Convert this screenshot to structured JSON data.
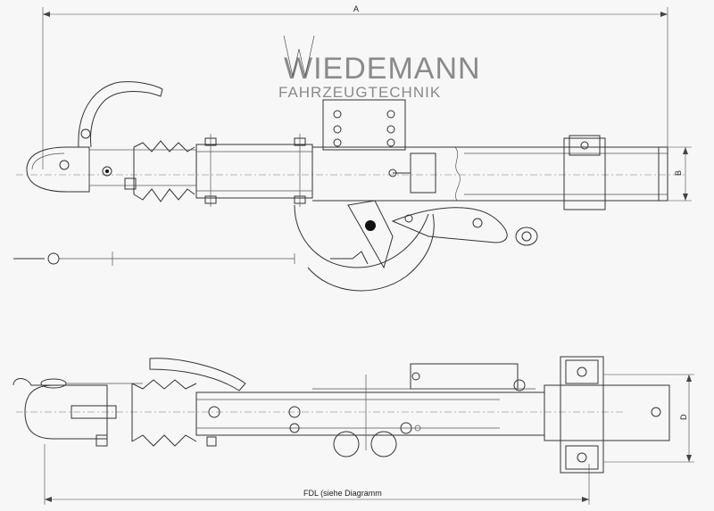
{
  "logo": {
    "line1": "WIEDEMANN",
    "line2": "FAHRZEUGTECHNIK"
  },
  "dimensions": {
    "a": "A",
    "b": "B",
    "d": "D",
    "fdl": "FDL (siehe Diagramm"
  },
  "colors": {
    "line": "#333333",
    "logo": "#8a8a8a",
    "paper": "#f7f7f7"
  }
}
